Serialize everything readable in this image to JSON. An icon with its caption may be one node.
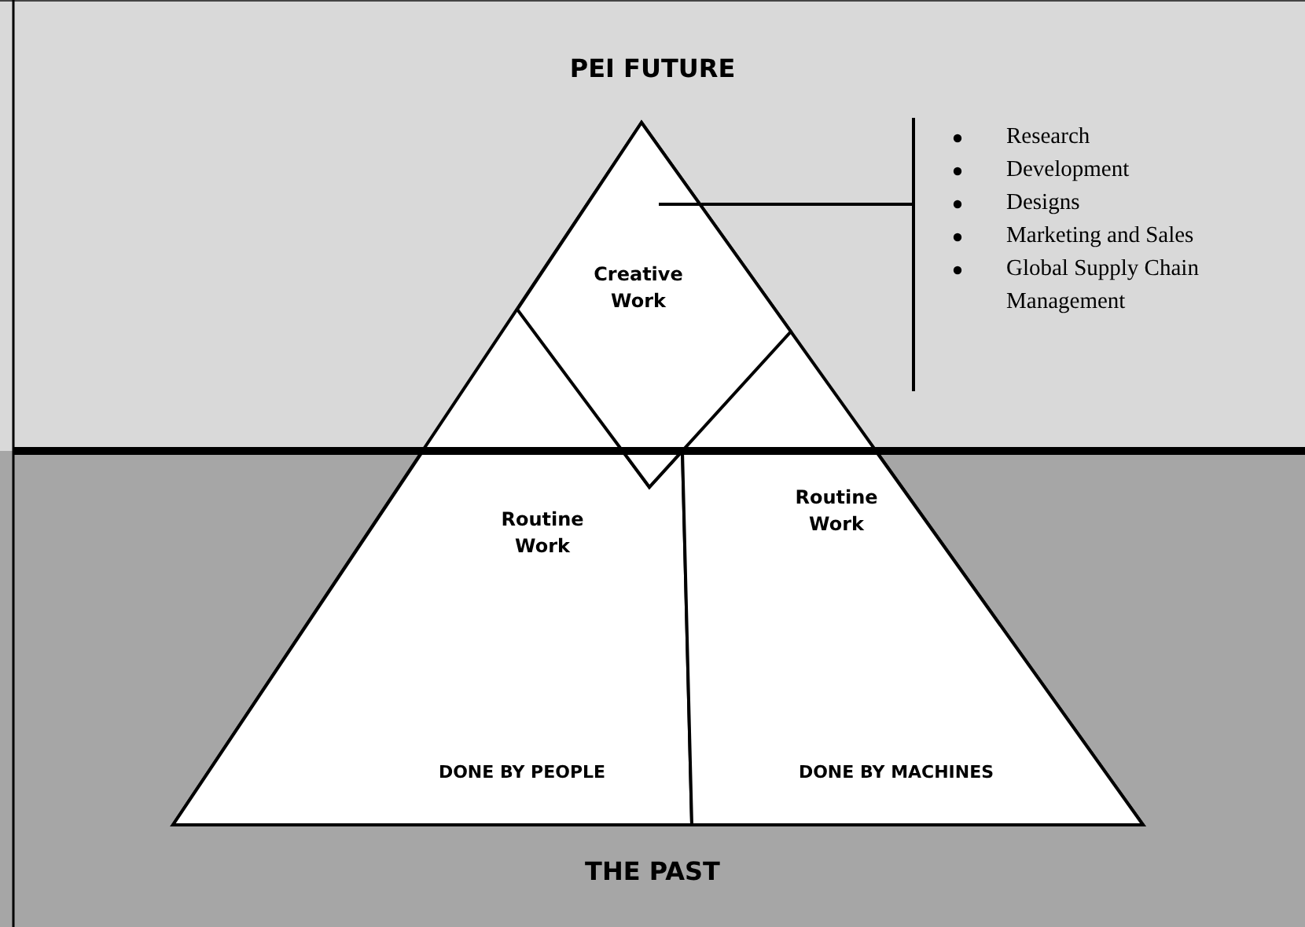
{
  "diagram": {
    "nodes": [
      {
        "text": [
          "PEI FUTURE"
        ]
      },
      {
        "text": [
          "THE PAST"
        ]
      },
      {
        "text": [
          "Creative Work"
        ]
      },
      {
        "text": [
          "Routine Work",
          "DONE BY PEOPLE"
        ],
        "in": 1
      },
      {
        "text": [
          "Routine Work",
          "DONE BY MACHINES"
        ],
        "in": 1
      },
      {
        "text": [
          "Research",
          "Development",
          "Designs",
          "Marketing and Sales",
          "Global Supply Chain Management"
        ],
        "in": 0
      }
    ],
    "edges": [
      {
        "from": 5,
        "to": 2,
        "arrow": "none"
      }
    ]
  }
}
